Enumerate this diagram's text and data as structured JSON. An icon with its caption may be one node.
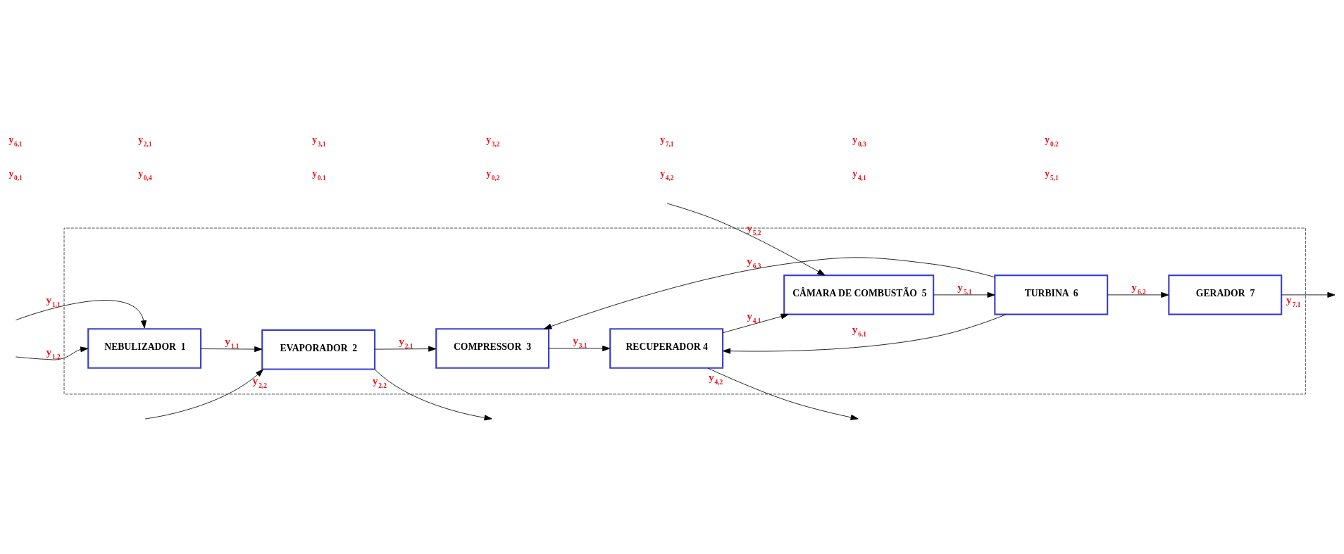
{
  "diagram": {
    "nodes": [
      {
        "text": [],
        "shape": "box"
      },
      {
        "text": [
          "NEBULIZADOR  1"
        ],
        "in": 0
      },
      {
        "text": [
          "EVAPORADOR  2"
        ],
        "in": 0
      },
      {
        "text": [
          "COMPRESSOR  3"
        ],
        "in": 0
      },
      {
        "text": [
          "RECUPERADOR 4"
        ],
        "in": 0
      },
      {
        "text": [
          "CÂMARA DE COMBUSTÃO  5"
        ],
        "in": 0
      },
      {
        "text": [
          "TURBINA  6"
        ],
        "in": 0
      },
      {
        "text": [
          "GERADOR  7"
        ],
        "in": 0
      }
    ],
    "edges": [
      {
        "from": null,
        "to": 1,
        "arrow": "to",
        "label": "y$_{1,1}$"
      },
      {
        "from": null,
        "to": 1,
        "arrow": "to",
        "label": "y$_{1,2}$"
      },
      {
        "from": 1,
        "to": 2,
        "arrow": "to",
        "label": "y$_{1.1}$"
      },
      {
        "from": null,
        "to": 2,
        "arrow": "to",
        "label": "y$_{2,2}$"
      },
      {
        "from": 2,
        "to": null,
        "arrow": "to",
        "label": "y$_{2.2}$"
      },
      {
        "from": 2,
        "to": 3,
        "arrow": "to",
        "label": "y$_{2.1}$"
      },
      {
        "from": 3,
        "to": 4,
        "arrow": "to",
        "label": "y$_{3.1}$"
      },
      {
        "from": 4,
        "to": null,
        "arrow": "to",
        "label": "y$_{4,2}$"
      },
      {
        "from": 6,
        "to": 4,
        "arrow": "to",
        "label": "y$_{6.1}$"
      },
      {
        "from": 4,
        "to": 5,
        "arrow": "to",
        "label": "y$_{4.1}$"
      },
      {
        "from": null,
        "to": 5,
        "arrow": "to",
        "label": "y$_{5,2}$"
      },
      {
        "from": 5,
        "to": 6,
        "arrow": "to",
        "label": "y$_{5.1}$"
      },
      {
        "from": 6,
        "to": 3,
        "arrow": "to",
        "label": "y$_{6.3}$"
      },
      {
        "from": 6,
        "to": 7,
        "arrow": "to",
        "label": "y$_{6.2}$"
      },
      {
        "from": 7,
        "to": null,
        "arrow": "to",
        "label": "y$_{7.1}$"
      }
    ],
    "labels": [
      "y$_{0,1}$",
      "y$_{0,4}$",
      "y$_{0.1}$",
      "y$_{0,2}$",
      "y$_{4,2}$",
      "y$_{4,1}$",
      "y$_{5,1}$",
      "y$_{6,1}$",
      "y$_{2,1}$",
      "y$_{3,1}$",
      "y$_{3,2}$",
      "y$_{7,1}$",
      "y$_{0,3}$",
      "y$_{0.2}$"
    ]
  }
}
